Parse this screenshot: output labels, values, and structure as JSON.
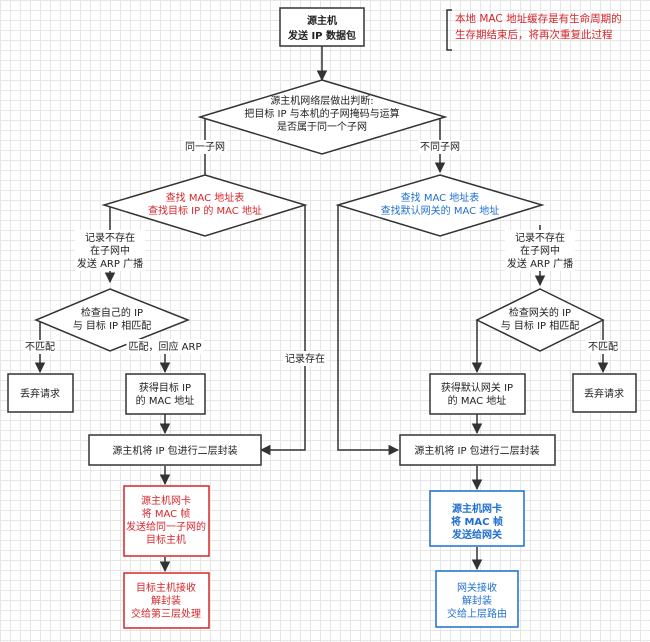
{
  "note": [
    "本地 MAC 地址缓存是有生命周期的",
    "生存期结束后，将再次重复此过程"
  ],
  "nodes": {
    "source_host": [
      "源主机",
      "发送 IP 数据包"
    ],
    "network_decision": [
      "源主机网络层做出判断:",
      "把目标 IP 与本机的子网掩码与运算",
      "是否属于同一个子网"
    ],
    "lookup_target": [
      "查找 MAC 地址表",
      "查找目标 IP 的 MAC 地址"
    ],
    "lookup_gateway": [
      "查找 MAC 地址表",
      "查找默认网关的 MAC 地址"
    ],
    "check_own_ip": [
      "检查自己的 IP",
      "与 目标 IP 相匹配"
    ],
    "check_gateway_ip": [
      "检查网关的 IP",
      "与 目标 IP 相匹配"
    ],
    "discard_left": [
      "丢弃请求"
    ],
    "discard_right": [
      "丢弃请求"
    ],
    "get_target_mac": [
      "获得目标 IP",
      "的 MAC 地址"
    ],
    "get_gateway_mac": [
      "获得默认网关 IP",
      "的 MAC 地址"
    ],
    "encap_left": [
      "源主机将 IP 包进行二层封装"
    ],
    "encap_right": [
      "源主机将 IP 包进行二层封装"
    ],
    "nic_left": [
      "源主机网卡",
      "将 MAC 帧",
      "发送给同一子网的",
      "目标主机"
    ],
    "nic_right": [
      "源主机网卡",
      "将 MAC 帧",
      "发送给网关"
    ],
    "target_receive": [
      "目标主机接收",
      "解封装",
      "交给第三层处理"
    ],
    "gateway_receive": [
      "网关接收",
      "解封装",
      "交给上层路由"
    ]
  },
  "edge_labels": {
    "same_subnet": [
      "同一子网"
    ],
    "diff_subnet": [
      "不同子网"
    ],
    "not_exist_left": [
      "记录不存在",
      "在子网中",
      "发送 ARP 广播"
    ],
    "not_exist_right": [
      "记录不存在",
      "在子网中",
      "发送 ARP 广播"
    ],
    "no_match_left": [
      "不匹配"
    ],
    "no_match_right": [
      "不匹配"
    ],
    "match_reply": [
      "匹配，回应 ARP"
    ],
    "record_exists": [
      "记录存在"
    ]
  },
  "colors": {
    "red": "#d7262c",
    "blue": "#1f6fcf",
    "stroke": "#333333",
    "grid": "#e6e6e6"
  }
}
